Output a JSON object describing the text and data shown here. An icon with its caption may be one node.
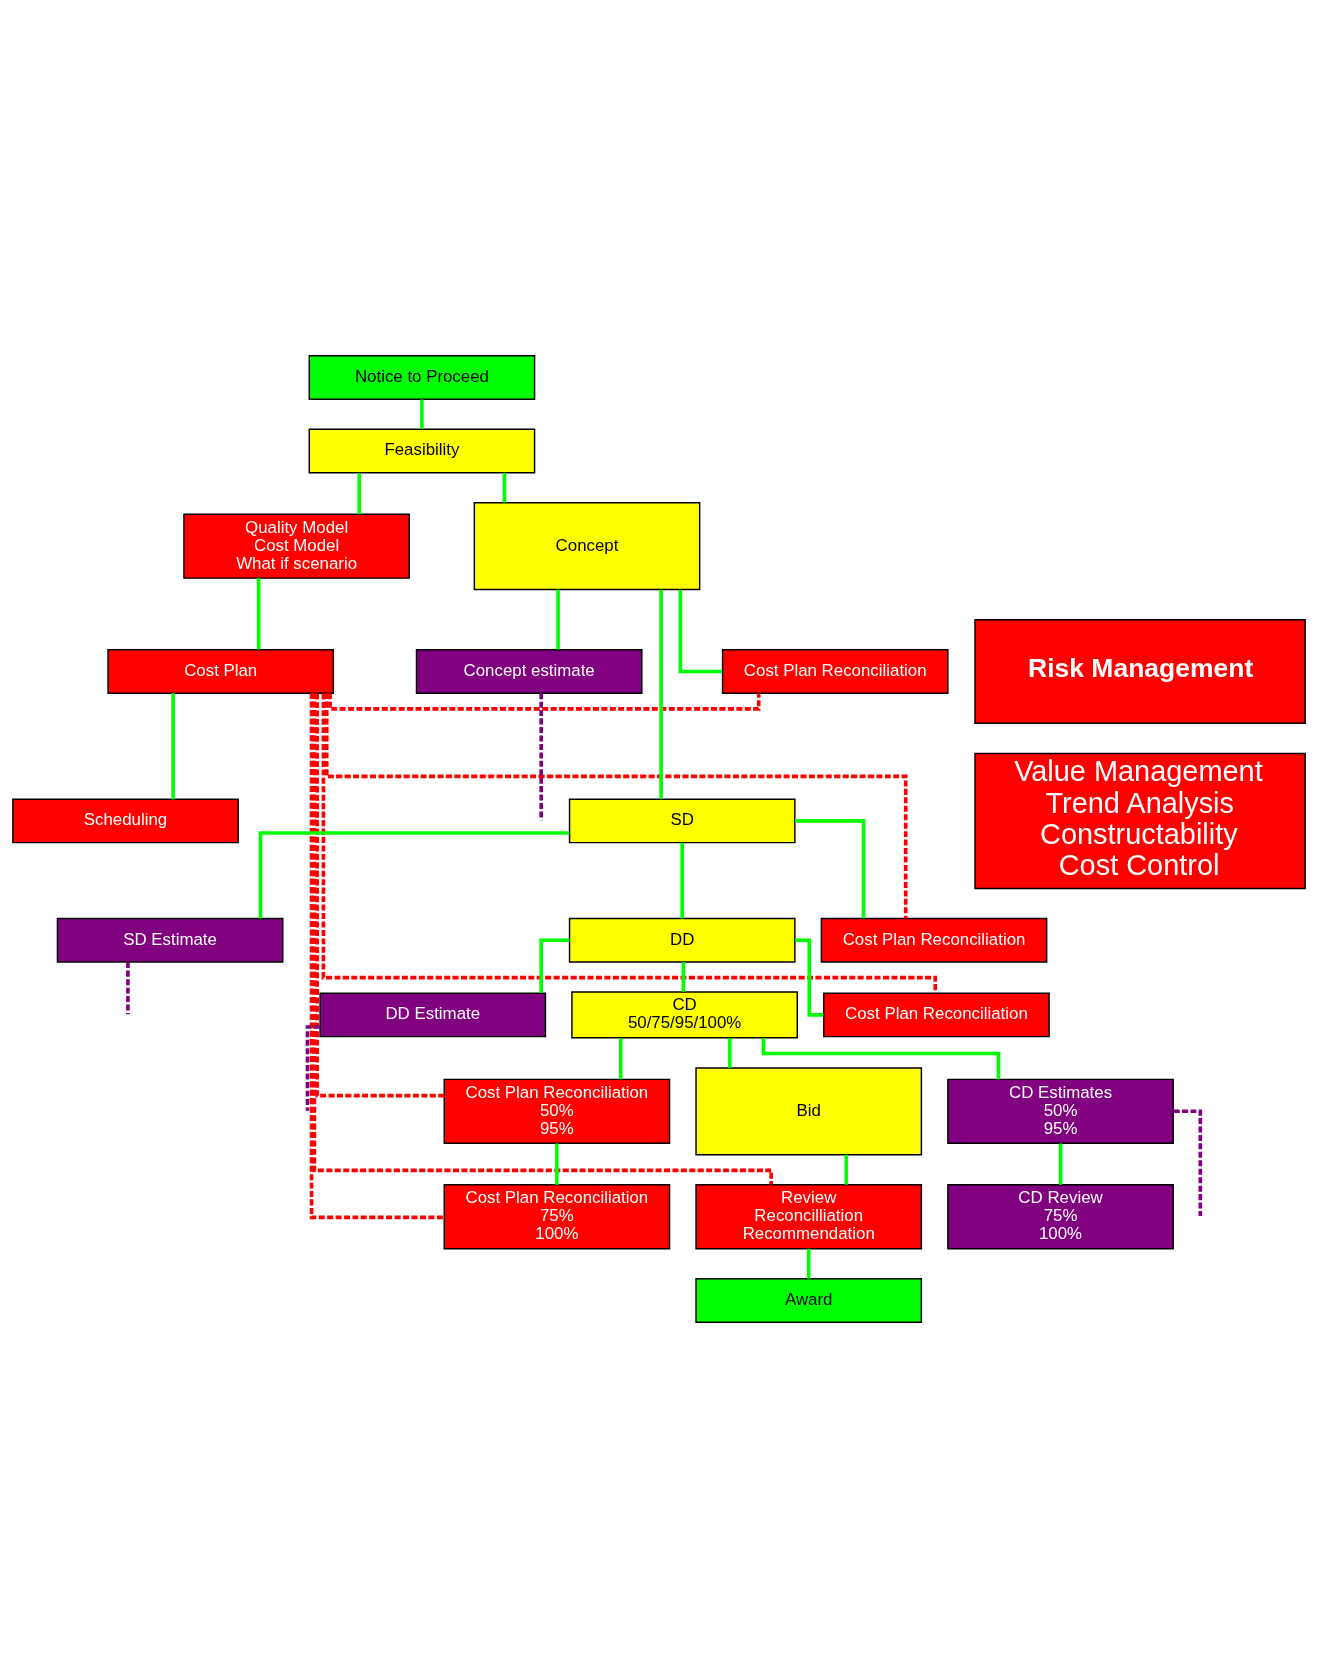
{
  "diagram": {
    "nodes": [
      {
        "text": [
          "Notice to Proceed"
        ]
      },
      {
        "text": [
          "Feasibility"
        ]
      },
      {
        "text": [
          "Quality Model",
          "Cost Model",
          "What if scenario"
        ]
      },
      {
        "text": [
          "Cost Plan"
        ]
      },
      {
        "text": [
          "Scheduling"
        ]
      },
      {
        "text": [
          "Risk Management"
        ]
      },
      {
        "text": [
          "Value Management",
          "Trend Analysis",
          "Constructability",
          "Cost Control"
        ]
      },
      {
        "text": [
          "Concept"
        ]
      },
      {
        "text": [
          "Cost Plan Reconciliation"
        ]
      },
      {
        "text": [
          "Concept estimate"
        ]
      },
      {
        "text": [
          "SD"
        ]
      },
      {
        "text": [
          "Cost Plan Reconciliation"
        ]
      },
      {
        "text": [
          "SD Estimate"
        ]
      },
      {
        "text": [
          "DD"
        ]
      },
      {
        "text": [
          "Cost Plan Reconciliation"
        ]
      },
      {
        "text": [
          "DD Estimate"
        ]
      },
      {
        "text": [
          "CD",
          "50/75/95/100%"
        ]
      },
      {
        "text": [
          "Cost Plan Reconciliation",
          "50%",
          "95%"
        ]
      },
      {
        "text": [
          "CD Estimates",
          "50%",
          "95%"
        ]
      },
      {
        "text": [
          "Cost Plan Reconciliation",
          "75%",
          "100%"
        ]
      },
      {
        "text": [
          "CD Review",
          "75%",
          "100%"
        ]
      },
      {
        "text": [
          "Bid"
        ]
      },
      {
        "text": [
          "Review",
          "Reconcilliation",
          "Recommendation"
        ]
      },
      {
        "text": [
          "Award"
        ]
      }
    ],
    "edges": [
      {
        "from": 0,
        "to": 1,
        "arrow": "none"
      },
      {
        "from": 1,
        "to": 2,
        "arrow": "none"
      },
      {
        "from": 2,
        "to": 3,
        "arrow": "none"
      },
      {
        "from": 3,
        "to": 4,
        "arrow": "none"
      },
      {
        "from": 1,
        "to": 7,
        "arrow": "none"
      },
      {
        "from": 7,
        "to": 8,
        "arrow": "none"
      },
      {
        "from": 7,
        "to": 9,
        "arrow": "none"
      },
      {
        "from": 7,
        "to": 10,
        "arrow": "none"
      },
      {
        "from": 10,
        "to": 11,
        "arrow": "none"
      },
      {
        "from": 10,
        "to": 12,
        "arrow": "none"
      },
      {
        "from": 10,
        "to": 13,
        "arrow": "none"
      },
      {
        "from": 13,
        "to": 14,
        "arrow": "none"
      },
      {
        "from": 13,
        "to": 15,
        "arrow": "none"
      },
      {
        "from": 13,
        "to": 16,
        "arrow": "none"
      },
      {
        "from": 16,
        "to": 17,
        "arrow": "none"
      },
      {
        "from": 16,
        "to": 18,
        "arrow": "none"
      },
      {
        "from": 17,
        "to": 19,
        "arrow": "none"
      },
      {
        "from": 18,
        "to": 20,
        "arrow": "none"
      },
      {
        "from": 16,
        "to": 21,
        "arrow": "none"
      },
      {
        "from": 21,
        "to": 22,
        "arrow": "none"
      },
      {
        "from": 22,
        "to": 23,
        "arrow": "none"
      },
      {
        "from": 3,
        "to": 8,
        "arrow": "none",
        "style": "dashed",
        "color": "#ff0000"
      },
      {
        "from": 3,
        "to": 11,
        "arrow": "none",
        "style": "dashed",
        "color": "#ff0000"
      },
      {
        "from": 3,
        "to": 14,
        "arrow": "none",
        "style": "dashed",
        "color": "#ff0000"
      },
      {
        "from": 3,
        "to": 17,
        "arrow": "none",
        "style": "dashed",
        "color": "#ff0000"
      },
      {
        "from": 3,
        "to": 19,
        "arrow": "none",
        "style": "dashed",
        "color": "#ff0000"
      },
      {
        "from": 3,
        "to": 22,
        "arrow": "none",
        "style": "dashed",
        "color": "#ff0000"
      },
      {
        "from": 9,
        "to": null,
        "arrow": "none",
        "style": "dashed",
        "color": "#800080"
      },
      {
        "from": 12,
        "to": null,
        "arrow": "none",
        "style": "dashed",
        "color": "#800080"
      },
      {
        "from": 15,
        "to": null,
        "arrow": "none",
        "style": "dashed",
        "color": "#800080"
      },
      {
        "from": 18,
        "to": null,
        "arrow": "none",
        "style": "dashed",
        "color": "#800080"
      }
    ]
  }
}
